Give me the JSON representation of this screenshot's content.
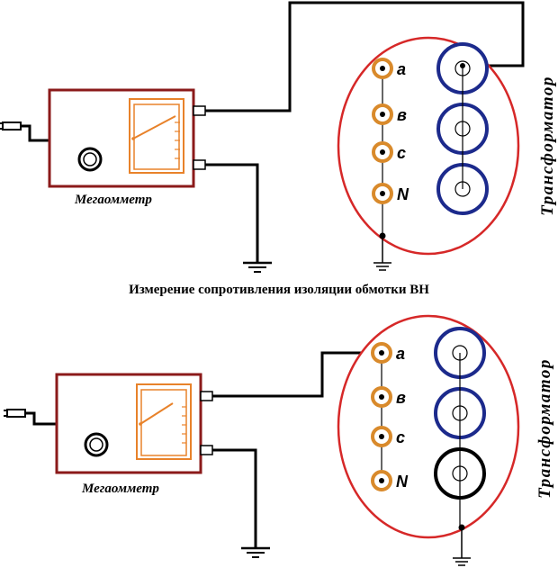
{
  "caption": "Измерение сопротивления изоляции обмотки ВН",
  "device_label": "Мегаомметр",
  "transformer_label": "Трансформатор",
  "terminal_labels": [
    "a",
    "в",
    "c",
    "N"
  ],
  "colors": {
    "wire": "#000000",
    "device_frame": "#8b1a1a",
    "meter": "#e8822a",
    "terminal_ring": "#d98a2b",
    "transformer_outline": "#d62828",
    "winding": "#1c2a8c",
    "winding_grounded": "#000000"
  }
}
